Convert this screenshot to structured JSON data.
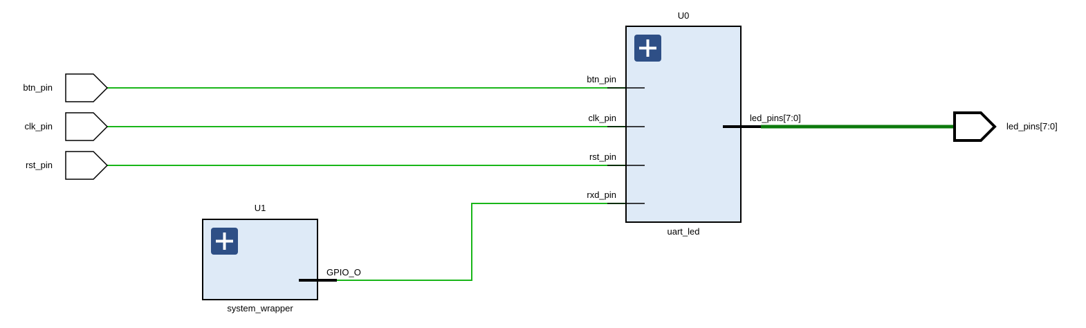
{
  "input_ports": [
    {
      "label": "btn_pin"
    },
    {
      "label": "clk_pin"
    },
    {
      "label": "rst_pin"
    }
  ],
  "output_ports": [
    {
      "label": "led_pins[7:0]"
    }
  ],
  "blocks": {
    "u0": {
      "instance": "U0",
      "module": "uart_led",
      "pins": {
        "btn": "btn_pin",
        "clk": "clk_pin",
        "rst": "rst_pin",
        "rxd": "rxd_pin",
        "led": "led_pins[7:0]"
      },
      "icon": "plus-icon"
    },
    "u1": {
      "instance": "U1",
      "module": "system_wrapper",
      "pins": {
        "gpio": "GPIO_O"
      },
      "icon": "plus-icon"
    }
  },
  "colors": {
    "wire": "#19b619",
    "bus": "#0c7a0c",
    "block_fill": "#deeaf7",
    "expand_button": "#2e4f86"
  }
}
